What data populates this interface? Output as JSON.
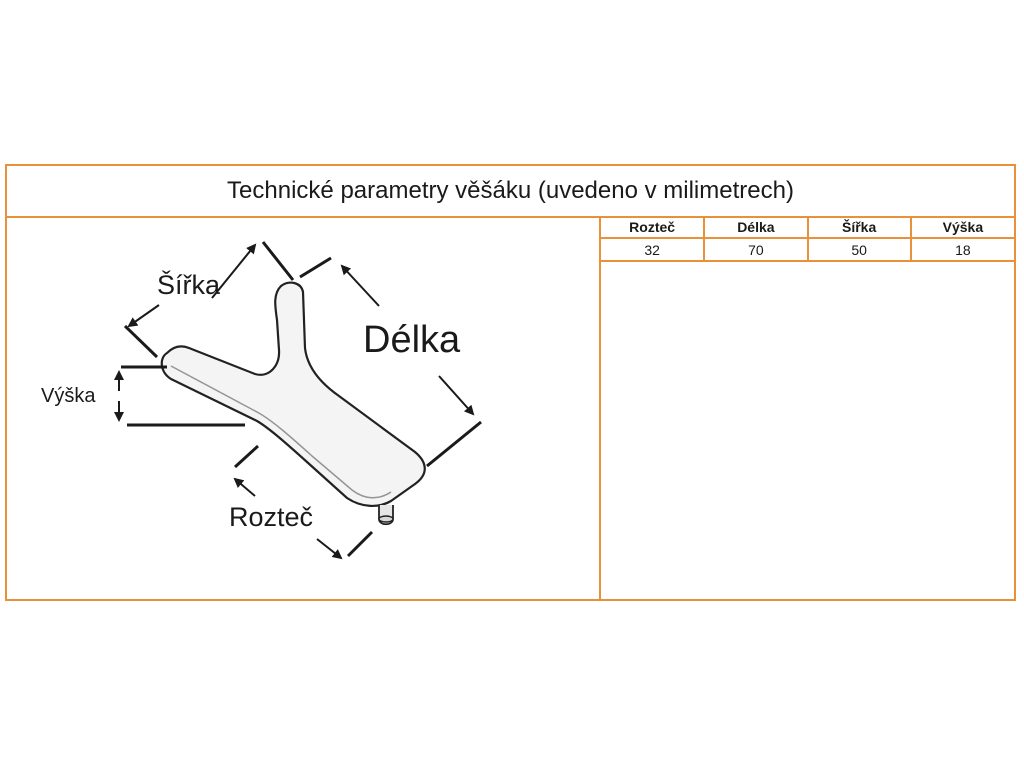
{
  "title": "Technické parametry věšáku (uvedeno v milimetrech)",
  "table": {
    "headers": [
      "Rozteč",
      "Délka",
      "Šířka",
      "Výška"
    ],
    "values": [
      "32",
      "70",
      "50",
      "18"
    ]
  },
  "diagram": {
    "labels": {
      "width": "Šířka",
      "length": "Délka",
      "height": "Výška",
      "pitch": "Rozteč"
    }
  },
  "colors": {
    "border": "#e8913a",
    "text": "#1a1a1a",
    "background": "#ffffff"
  }
}
